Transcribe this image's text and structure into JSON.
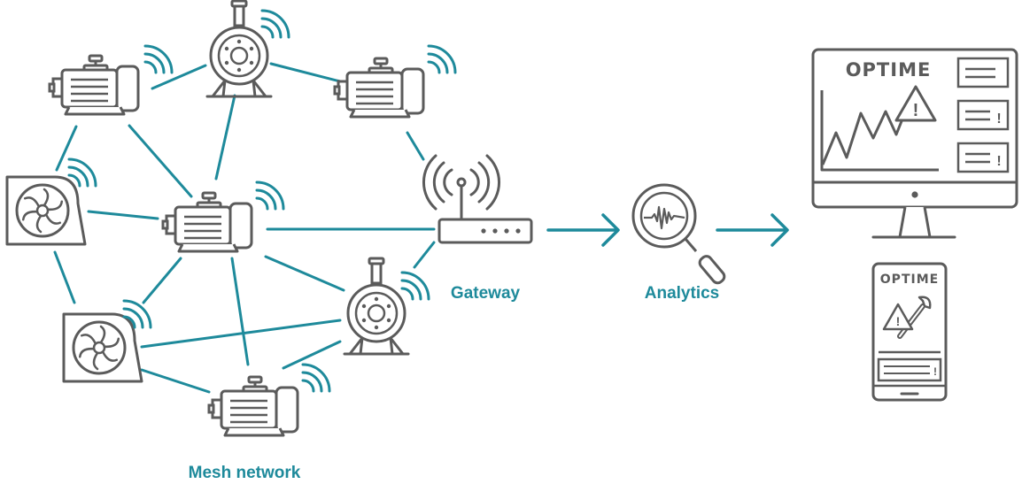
{
  "colors": {
    "teal": "#1e8a9b",
    "gray": "#5b5b5b",
    "white": "#ffffff"
  },
  "labels": {
    "mesh": "Mesh network",
    "gateway": "Gateway",
    "analytics": "Analytics"
  },
  "monitor": {
    "brand": "OPTIME",
    "alert_glyph": "!"
  },
  "phone": {
    "brand": "OPTIME",
    "alert_glyph": "!"
  },
  "icons": {
    "motor": "electric-motor-icon",
    "pump": "centrifugal-pump-icon",
    "fan": "fan-blower-icon",
    "wifi": "wireless-signal-icon",
    "gateway": "router-gateway-icon",
    "analytics": "magnifier-waveform-icon",
    "arrow": "arrow-right-icon",
    "monitor": "desktop-monitor-icon",
    "phone": "smartphone-icon",
    "warning": "warning-triangle-icon",
    "wrench": "wrench-icon"
  }
}
